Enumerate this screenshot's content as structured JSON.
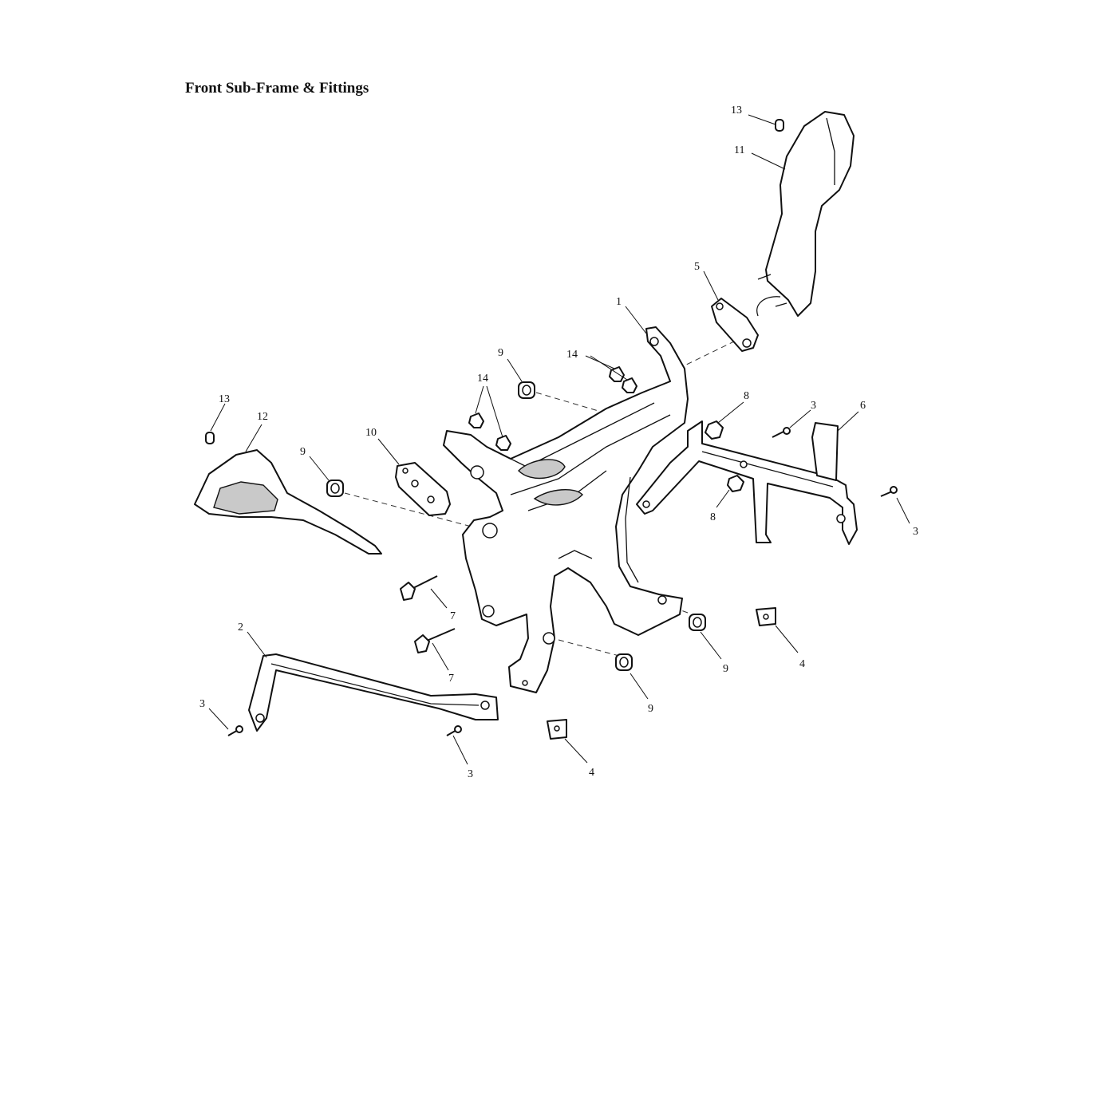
{
  "title": "Front Sub-Frame & Fittings",
  "callouts": {
    "c1": "1",
    "c2": "2",
    "c3a": "3",
    "c3b": "3",
    "c3c": "3",
    "c3d": "3",
    "c4a": "4",
    "c4b": "4",
    "c5": "5",
    "c6": "6",
    "c7a": "7",
    "c7b": "7",
    "c8a": "8",
    "c8b": "8",
    "c9a": "9",
    "c9b": "9",
    "c9c": "9",
    "c9d": "9",
    "c10": "10",
    "c11": "11",
    "c12": "12",
    "c13a": "13",
    "c13b": "13",
    "c14a": "14",
    "c14b": "14"
  }
}
